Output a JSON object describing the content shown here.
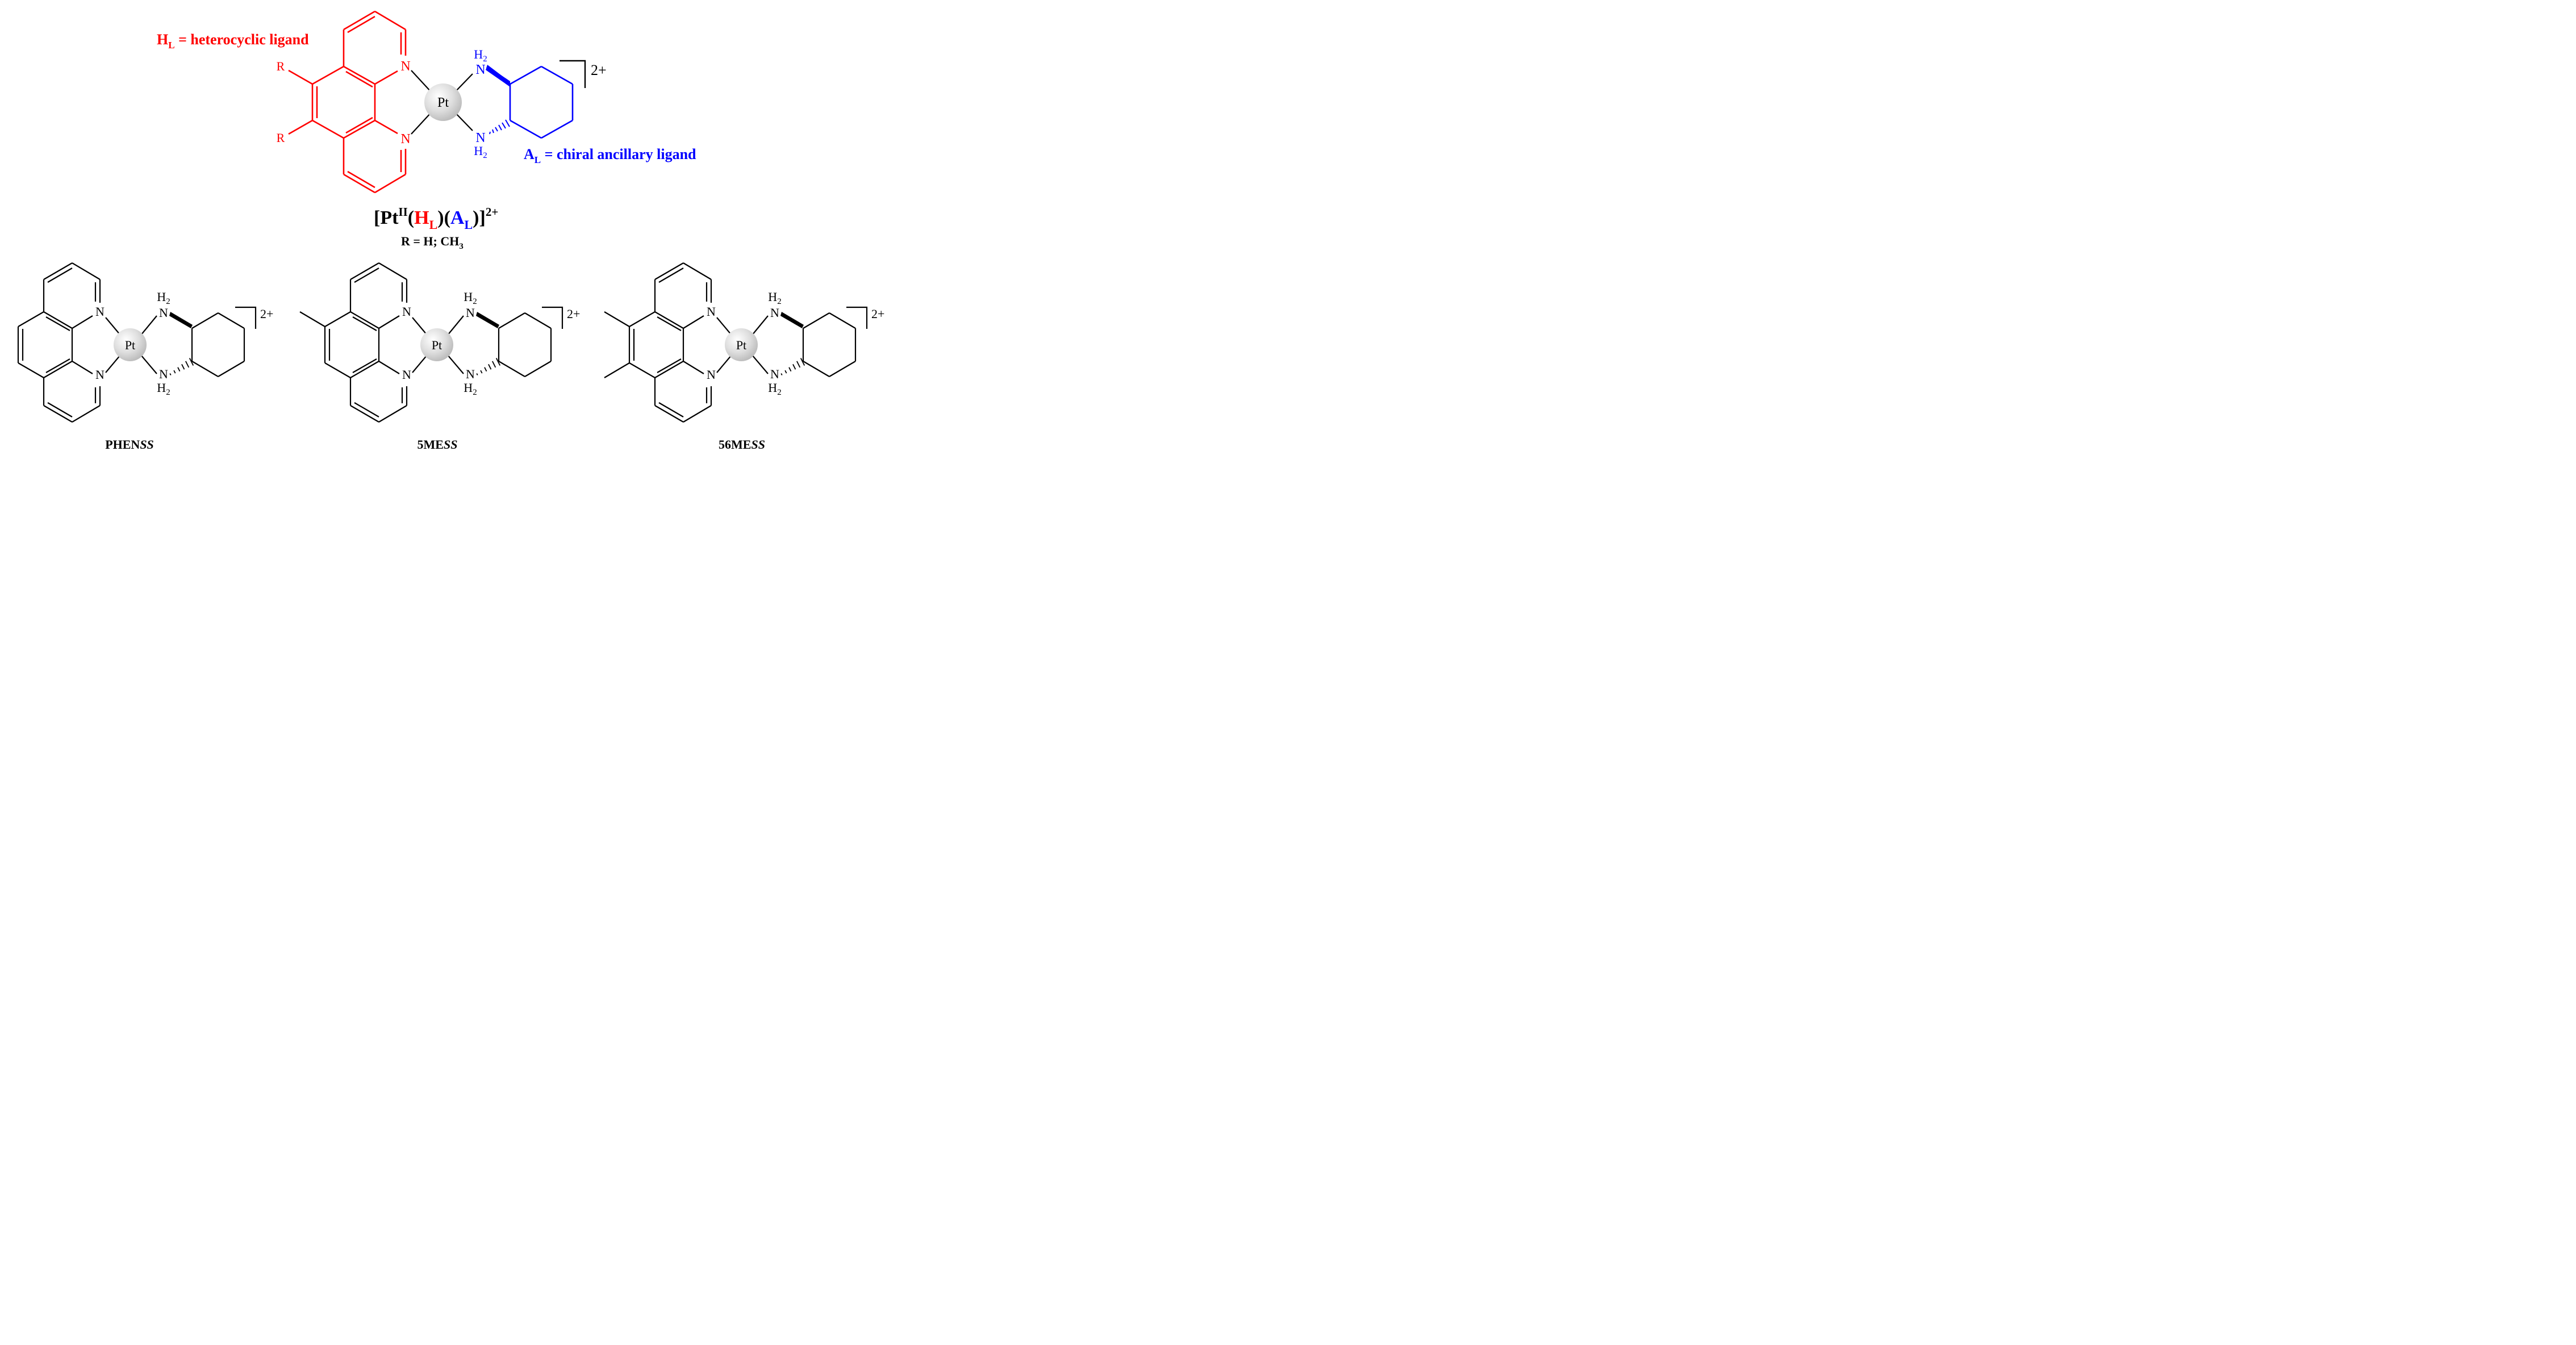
{
  "colors": {
    "heterocyclic": "#ff0000",
    "ancillary": "#0000ff",
    "ink": "#000000",
    "metal_fill": "#cfcfcf"
  },
  "atoms": {
    "N": "N",
    "Pt": "Pt",
    "H": "H",
    "sub2": "2",
    "R": "R"
  },
  "legend": {
    "hl_main": "H",
    "hl_sub": "L",
    "hl_rest": " = heterocyclic ligand",
    "al_main": "A",
    "al_sub": "L",
    "al_rest": " = chiral ancillary ligand"
  },
  "charge": "2+",
  "general_formula": {
    "open": "[Pt",
    "sup": "II",
    "p1": "(",
    "h": "H",
    "hsub": "L",
    "p2": ")(",
    "a": "A",
    "asub": "L",
    "p3": ")]",
    "charge": "2+"
  },
  "r_definition": {
    "main": "R = H; CH",
    "sub": "3"
  },
  "compounds": [
    {
      "name": "PHEN",
      "stereo": "SS"
    },
    {
      "name": "5ME",
      "stereo": "SS"
    },
    {
      "name": "56ME",
      "stereo": "SS"
    }
  ]
}
